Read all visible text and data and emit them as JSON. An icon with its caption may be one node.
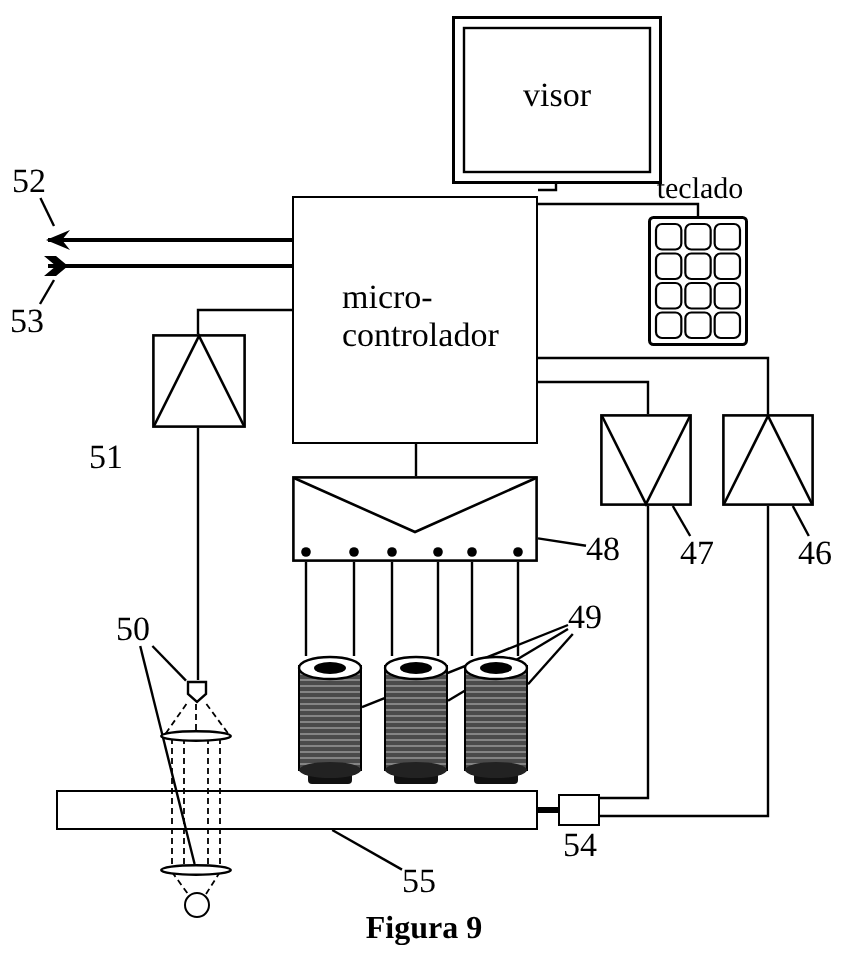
{
  "diagram": {
    "caption": "Figura 9",
    "nodes": [
      {
        "text": [
          "visor"
        ]
      },
      {
        "text": [
          "micro- controlador"
        ]
      },
      {
        "text": [],
        "shape": "box"
      },
      {
        "text": [],
        "shape": "box",
        "beside": [
          "51"
        ]
      },
      {
        "text": [],
        "shape": "box"
      },
      {
        "text": [],
        "shape": "box"
      },
      {
        "text": [],
        "shape": "box"
      },
      {
        "text": [],
        "shape": "cylinder"
      },
      {
        "text": [],
        "shape": "cylinder"
      },
      {
        "text": [],
        "shape": "cylinder"
      },
      {
        "text": [],
        "shape": "box"
      },
      {
        "text": [],
        "shape": "bar"
      },
      {
        "text": [],
        "shape": "box",
        "beside": [
          "54"
        ]
      },
      {
        "text": [],
        "shape": "circle"
      },
      {
        "text": [
          "52"
        ]
      },
      {
        "text": [
          "53"
        ]
      },
      {
        "text": [
          "48"
        ]
      },
      {
        "text": [
          "47"
        ]
      },
      {
        "text": [
          "46"
        ]
      },
      {
        "text": [
          "49"
        ]
      },
      {
        "text": [
          "50"
        ]
      },
      {
        "text": [
          "55"
        ]
      },
      {
        "text": [],
        "shape": "ellipse"
      },
      {
        "text": [],
        "shape": "ellipse"
      }
    ],
    "edges": [
      {
        "from": 0,
        "to": 1,
        "arrow": "none"
      },
      {
        "from": 1,
        "to": 2,
        "arrow": "none"
      },
      {
        "from": 1,
        "to": 3,
        "arrow": "none"
      },
      {
        "from": 1,
        "to": 6,
        "arrow": "none"
      },
      {
        "from": 1,
        "to": 4,
        "arrow": "none"
      },
      {
        "from": 1,
        "to": 5,
        "arrow": "none"
      },
      {
        "from": 4,
        "to": 12,
        "arrow": "none"
      },
      {
        "from": 5,
        "to": 12,
        "arrow": "none"
      },
      {
        "from": 12,
        "to": 11,
        "arrow": "none",
        "style": "thick"
      },
      {
        "from": 3,
        "to": 10,
        "arrow": "none"
      },
      {
        "from": 6,
        "to": 7,
        "arrow": "none"
      },
      {
        "from": 6,
        "to": 7,
        "arrow": "none"
      },
      {
        "from": 6,
        "to": 8,
        "arrow": "none"
      },
      {
        "from": 6,
        "to": 8,
        "arrow": "none"
      },
      {
        "from": 6,
        "to": 9,
        "arrow": "none"
      },
      {
        "from": 6,
        "to": 9,
        "arrow": "none"
      },
      {
        "from": 1,
        "to": 14,
        "arrow": "to"
      },
      {
        "from": 1,
        "to": 15,
        "arrow": "other"
      },
      {
        "from": 16,
        "to": 6,
        "arrow": "none"
      },
      {
        "from": 17,
        "to": 4,
        "arrow": "none"
      },
      {
        "from": 18,
        "to": 5,
        "arrow": "none"
      },
      {
        "from": 19,
        "to": 7,
        "arrow": "none"
      },
      {
        "from": 19,
        "to": 8,
        "arrow": "none"
      },
      {
        "from": 19,
        "to": 9,
        "arrow": "none"
      },
      {
        "from": 20,
        "to": 10,
        "arrow": "none"
      },
      {
        "from": 20,
        "to": 23,
        "arrow": "none"
      },
      {
        "from": 21,
        "to": 11,
        "arrow": "none"
      },
      {
        "from": 14,
        "to": null,
        "arrow": "none"
      },
      {
        "from": 15,
        "to": null,
        "arrow": "none"
      }
    ],
    "labels": [
      "teclado"
    ]
  }
}
